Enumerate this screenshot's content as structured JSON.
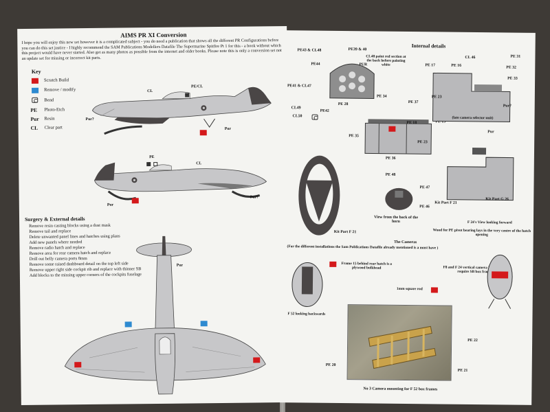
{
  "left": {
    "title": "AIMS PR XI Conversion",
    "intro": "I hope you will enjoy this new set however it is a complicated subject - you do need a publication that shows all the different PR Configurations before you can do this set justice - I highly recommend the SAM Publications Modellers Datafile The Supermarine Spitfire Pt 1 for this - a book without which this project would have never started. Also get as many photos as possible from the internet and older books. Please note this is only a conversion set not an update set for missing or incorrect kit parts.",
    "key": {
      "heading": "Key",
      "items": [
        {
          "symbol": "",
          "label": "Scratch Build",
          "swatch": "#d4191b"
        },
        {
          "symbol": "",
          "label": "Remove / modify",
          "swatch": "#2e8ad0"
        },
        {
          "symbol": "",
          "label": "Bend",
          "icon": "bend-icon"
        },
        {
          "symbol": "PE",
          "label": "Photo-Etch"
        },
        {
          "symbol": "Pur",
          "label": "Resin"
        },
        {
          "symbol": "CL",
          "label": "Clear part"
        }
      ]
    },
    "top_view_labels": {
      "cl": "CL",
      "pecl": "PE/CL",
      "pur_left": "Pur?",
      "pur_right": "Pur"
    },
    "mid_view_labels": {
      "pe": "PE",
      "cl": "CL",
      "pur_left": "Pur",
      "pur_right": "Pur?"
    },
    "plan_view_labels": {
      "pur": "Pur"
    },
    "surgery": {
      "heading": "Surgery & External details",
      "steps": [
        "Remove resin casting blocks using a dust mask",
        "Remove tail and replace",
        "Delete unwanted panel lines and hatches using plans",
        "Add new panels where needed",
        "Remove radio hatch and replace",
        "Remove area for rear camera hatch and replace",
        "Drill out belly camera ports 8mm",
        "Remove some raised dashboard detail on the top left side",
        "Remove upper right side cockpit rib and replace with thinner SB",
        "Add blocks to the missing upper corners of the cockpits fuselage"
      ]
    }
  },
  "right": {
    "internal_heading": "Internal details",
    "labels": {
      "pe43_cl48": "PE43 & CL48",
      "pe39_40": "PE39 & 40",
      "cl48_note": "CL48 paint red section at the back before painting white",
      "pe44": "PE44",
      "pur_dash": "PUR",
      "pe41_cl47": "PE41 & CL47",
      "cl49": "CL49",
      "pe42": "PE42",
      "cl50": "CL50",
      "pe28": "PE 28",
      "pe34": "PE 34",
      "pe37": "PE 37",
      "pe18": "PE 18",
      "pe19": "PE 19",
      "pe35": "PE 35",
      "pe23_a": "PE 23",
      "pe36": "PE 36",
      "pe17": "PE 17",
      "pe16": "PE 16",
      "cl46": "CL 46",
      "pe31": "PE 31",
      "pe32": "PE 32",
      "pe33": "PE 33",
      "pe23_b": "PE 23",
      "pur_b": "Pur?",
      "late_camera": "(late camera selector unit)",
      "pur_c": "Pur",
      "pe48": "PE 48",
      "pe47": "PE 47",
      "pe46": "PE 46",
      "horn_note": "View from the back of the horn",
      "kit_f21_a": "Kit Part F 21",
      "kit_f21_b": "Kit Part F 21",
      "kit_g26": "Kit Part G 26",
      "f24_view": "F 24's View looking forward",
      "wood_note": "Wood for PE pivot bearing lays in the very centre of the hatch opening",
      "cameras_title": "The Cameras",
      "cameras_note": "(For the different installations the Sam Publications Datafile already mentioned is a must have )",
      "frame15_note": "Frame 15 behind rear hatch is a plywood bulkhead",
      "f8_f24_note": "F8 and F 24 vertical camera installations require SB box frames",
      "f52_back": "F 52 looking backwards",
      "square_rod": "1mm square rod",
      "pe22": "PE 22",
      "pe20": "PE 20",
      "pe21": "PE 21",
      "box_caption": "No 3 Camera mounting for F 52 box frames"
    }
  },
  "colors": {
    "scratch": "#d4191b",
    "remove": "#2e8ad0",
    "paper": "#f4f4f1",
    "table": "#3e3a36",
    "aircraft": "#c7c7c9",
    "resin": "#4a4646"
  }
}
